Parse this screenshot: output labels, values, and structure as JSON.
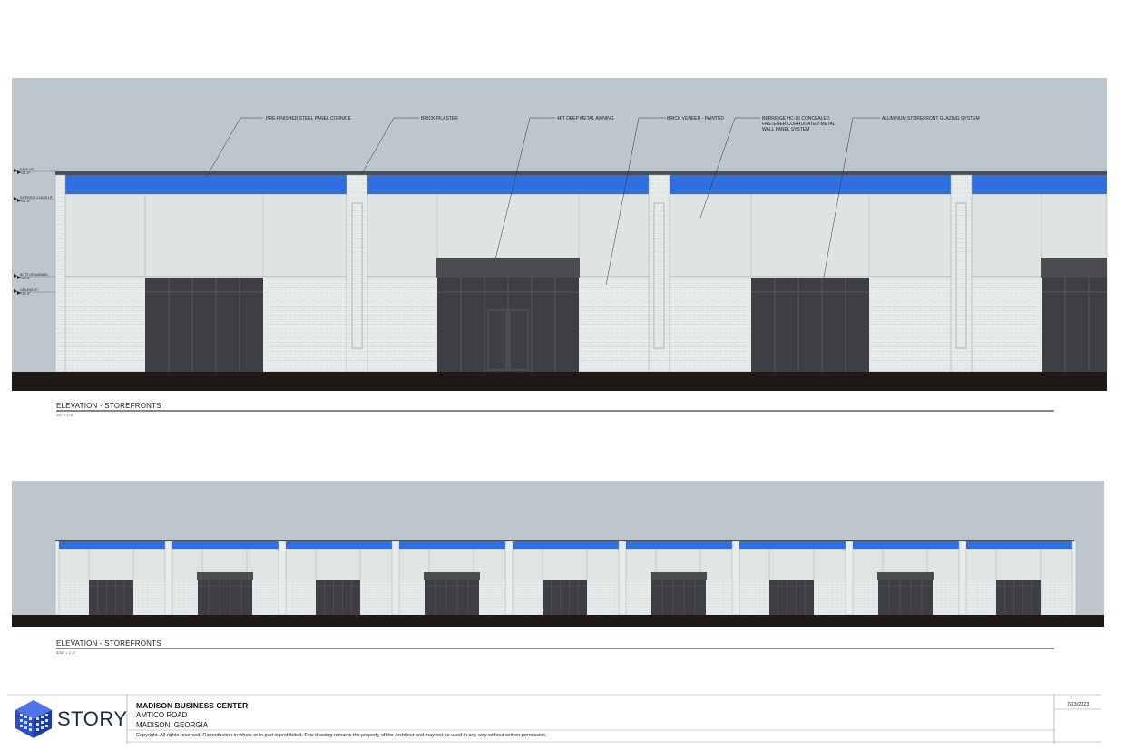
{
  "elevation_1": {
    "title": "ELEVATION - STOREFRONTS",
    "scale": "1/4\" = 1'-0\"",
    "callouts": [
      "PRE-FINISHED STEEL PANEL CORNICE",
      "BRICK PILASTER",
      "4FT DEEP METAL AWNING",
      "BRICK VENEER - PAINTED",
      "BERRIDGE HC-16 CONCEALED",
      "FASTENER CORRUGATED METAL",
      "WALL PANEL SYSTEM",
      "ALUMINUM STOREFRONT GLAZING SYSTEM"
    ],
    "levels": [
      {
        "label": "EAVE HT",
        "value": "+24'-0\""
      },
      {
        "label": "INTERIOR CLEAR HT",
        "value": "+21'-0\""
      },
      {
        "label": "BOTT OF AWNING",
        "value": "+12'-0\""
      },
      {
        "label": "CEILING HT",
        "value": "+10'-0\""
      }
    ]
  },
  "elevation_2": {
    "title": "ELEVATION - STOREFRONTS",
    "scale": "3/32\" = 1'-0\""
  },
  "title_block": {
    "firm": "STORY",
    "project": "MADISON BUSINESS CENTER",
    "address_1": "AMTICO ROAD",
    "address_2": "MADISON, GEORGIA",
    "date": "7/13/2023",
    "copyright": "Copyright.  All rights reserved.  Reproduction in whole or in part is prohibited.  This drawing remains the property of the Architect and may not be used in any way without written permission."
  },
  "colors": {
    "sky": "#bcc6cd",
    "cornice": "#2f6fe0",
    "wall_panel": "#dde3e2",
    "brick": "#e7ecec",
    "glazing": "#3d3f44",
    "ground": "#1f1a17"
  }
}
